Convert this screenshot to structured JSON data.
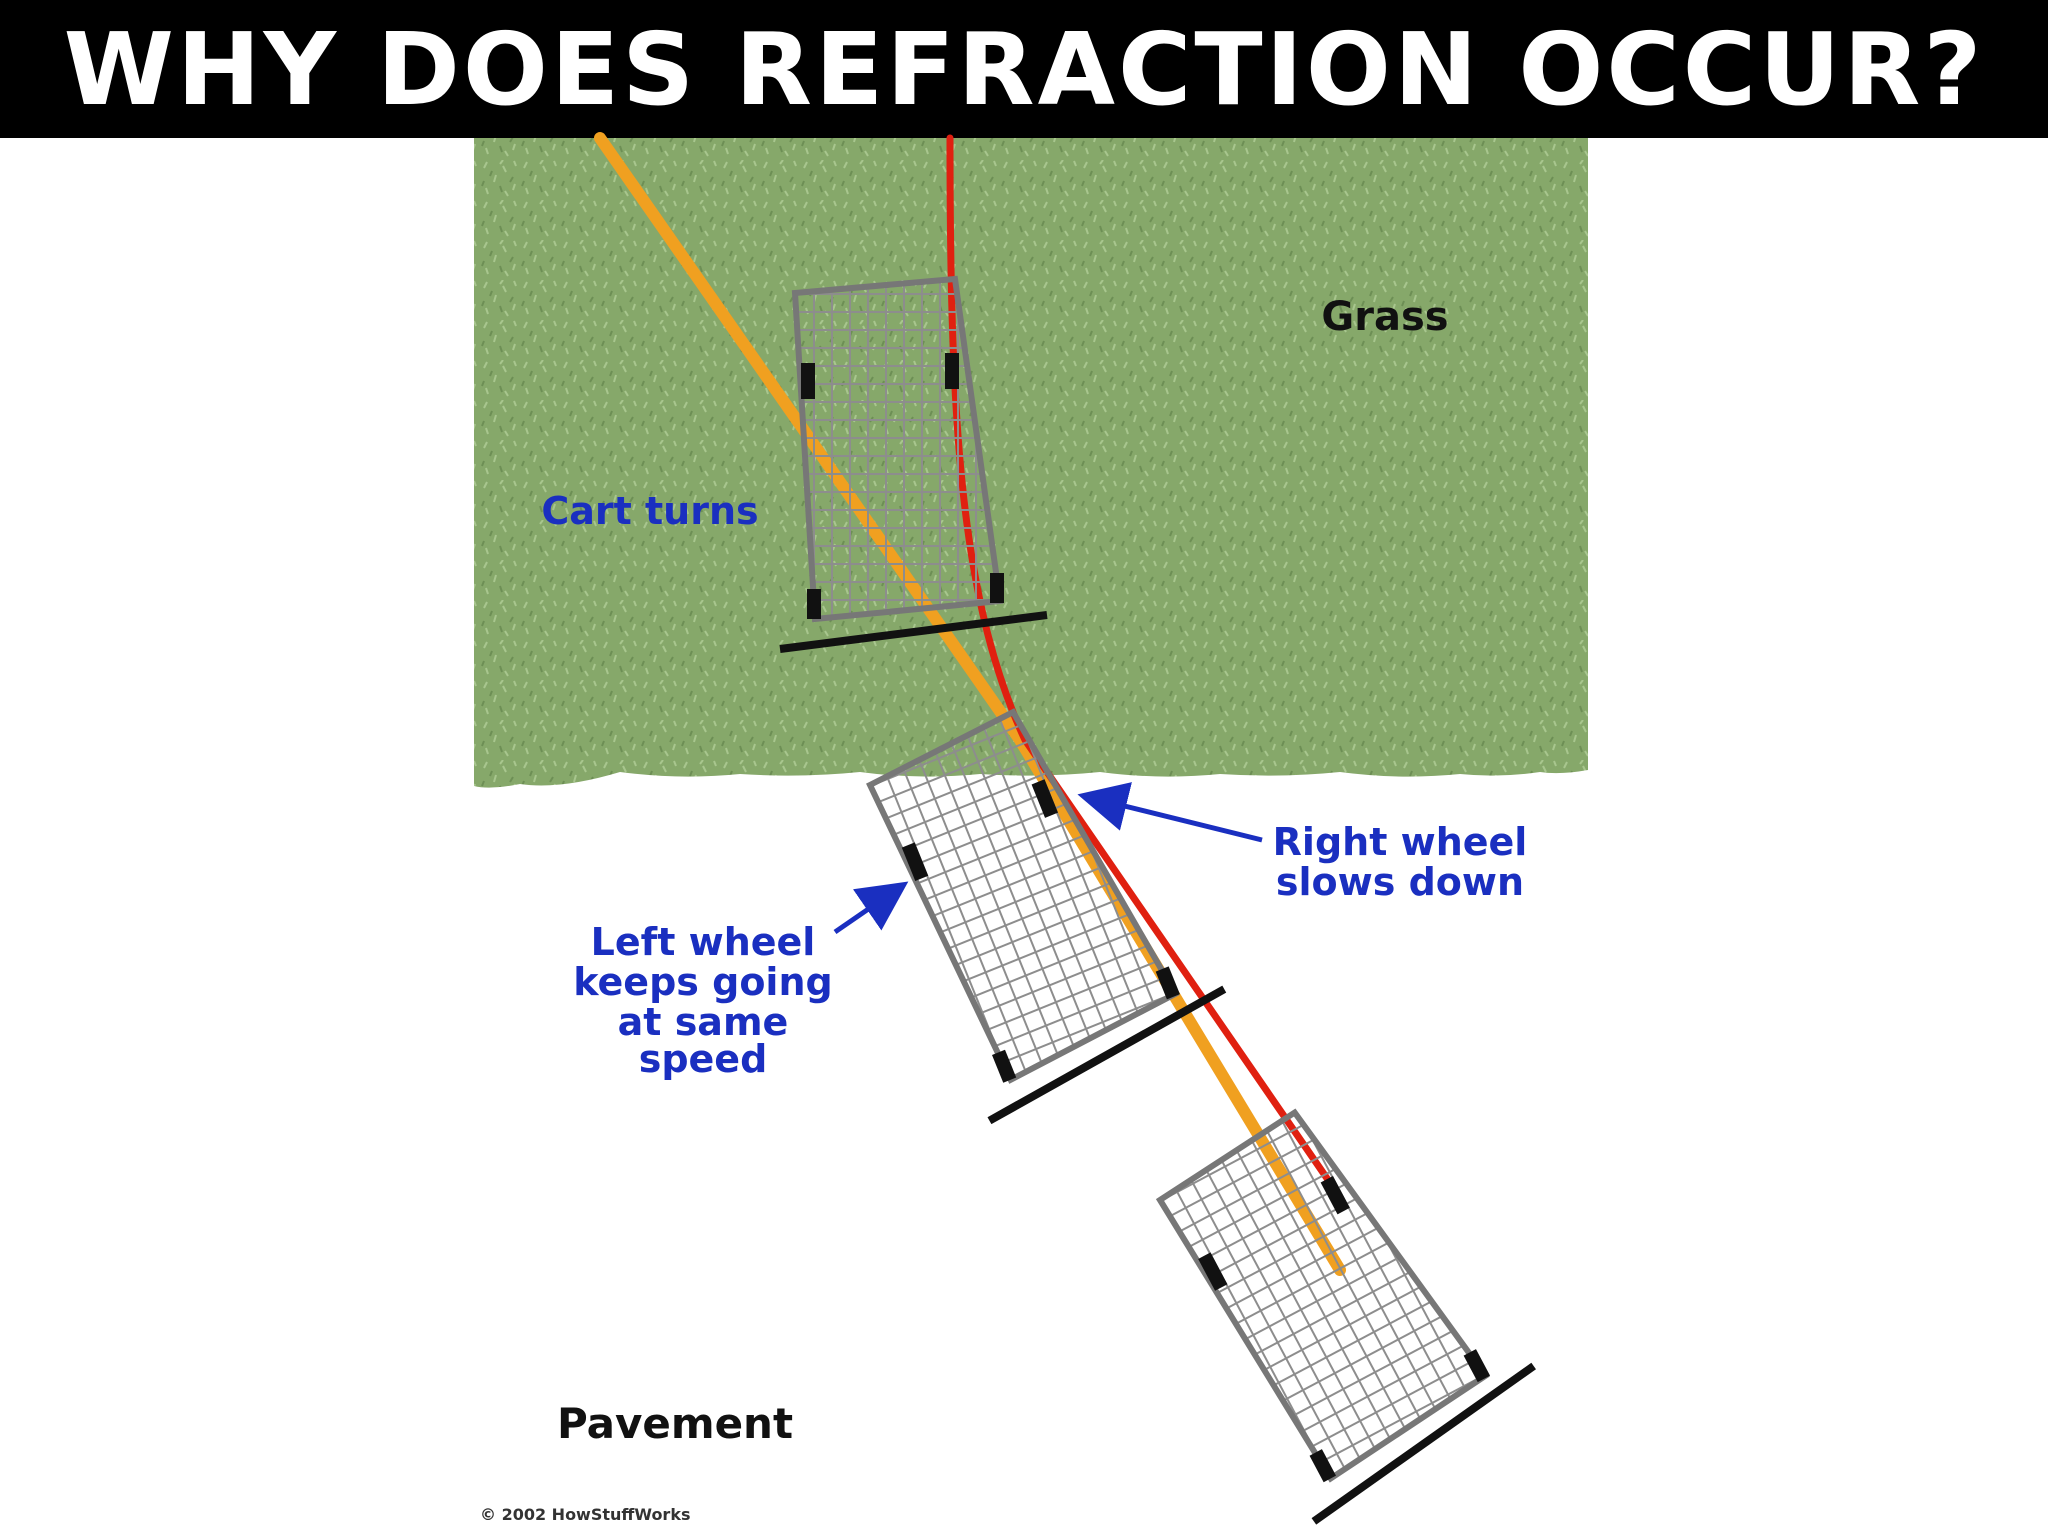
{
  "slide": {
    "title": "WHY DOES REFRACTION OCCUR?"
  },
  "diagram": {
    "labels": {
      "grass": "Grass",
      "cart_turns": "Cart turns",
      "right_wheel": [
        "Right wheel",
        "slows down"
      ],
      "left_wheel": [
        "Left wheel",
        "keeps going",
        "at same",
        "speed"
      ],
      "pavement": "Pavement",
      "copyright": "© 2002 HowStuffWorks"
    },
    "colors": {
      "grass": "#86a86a",
      "grass_light": "#a4c28a",
      "pavement": "#ffffff",
      "label_blue": "#1a2fc0",
      "label_black": "#111111",
      "path_orange": "#f0a020",
      "path_red": "#e02010",
      "cart_frame": "#8a8a8a",
      "axle": "#111111"
    },
    "icons": [
      "shopping-cart-icon",
      "arrow-icon"
    ]
  }
}
